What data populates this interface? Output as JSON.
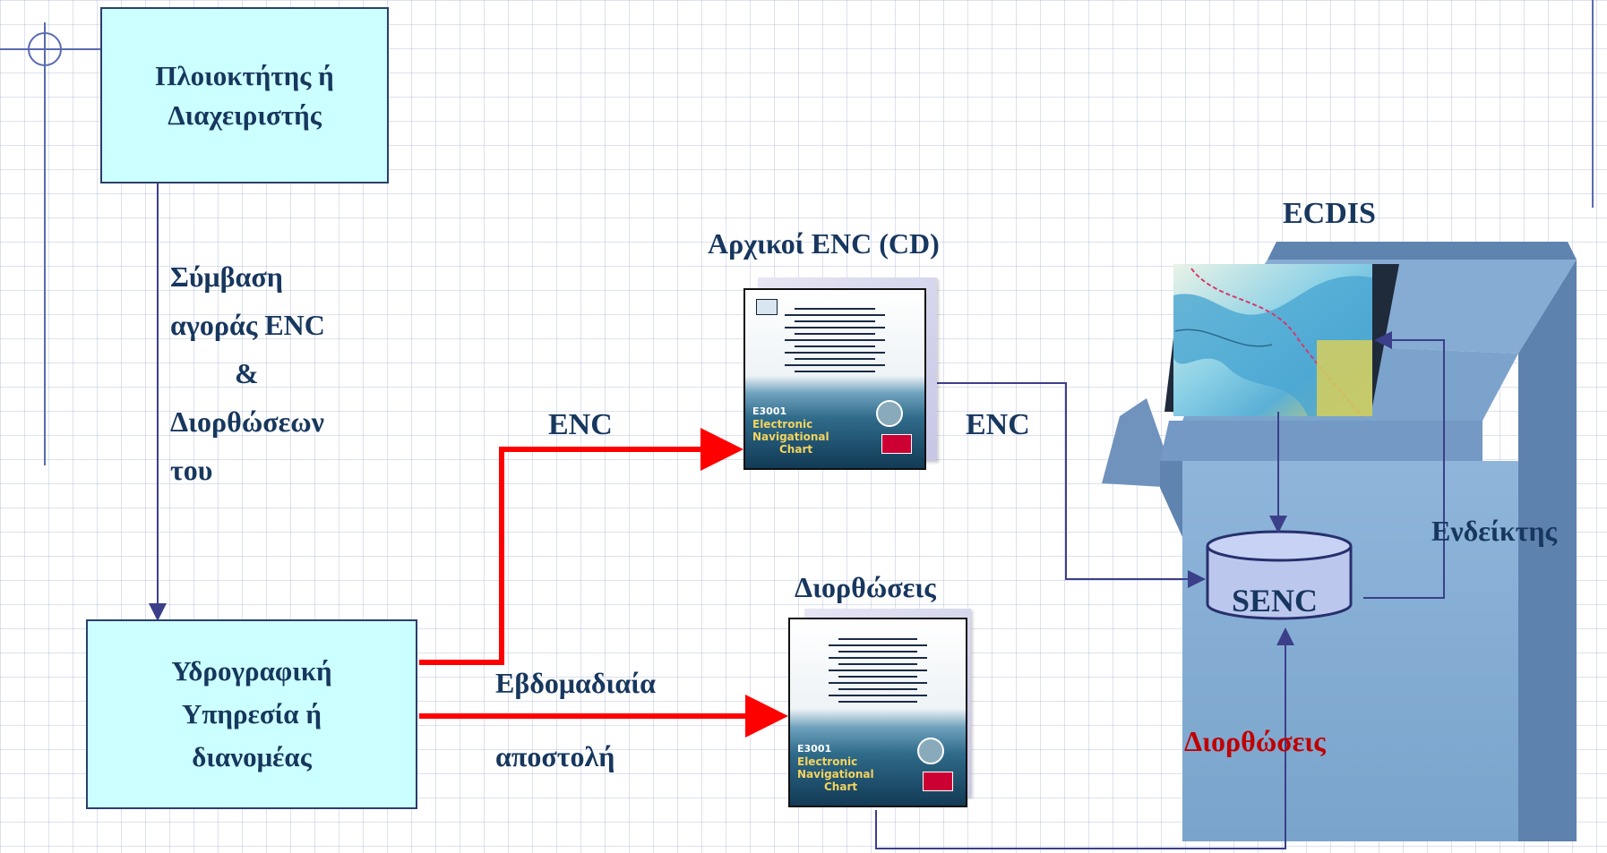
{
  "nodes": {
    "owner": {
      "line1": "Πλοιοκτήτης ή",
      "line2": "Διαχειριστής"
    },
    "hydro": {
      "line1": "Υδρογραφική",
      "line2": "Υπηρεσία ή",
      "line3": "διανομέας"
    },
    "senc": "SENC",
    "ecdis": "ECDIS"
  },
  "labels": {
    "contract": [
      "Σύμβαση",
      "αγοράς ENC",
      "&",
      "Διορθώσεων",
      "του"
    ],
    "enc_arrow": "ENC",
    "enc_to_senc": "ENC",
    "weekly_line1": "Εβδομαδιαία",
    "weekly_line2": "αποστολή",
    "original_enc_cd": "Αρχικοί ENC (CD)",
    "corrections_cd": "Διορθώσεις",
    "corrections_red": "Διορθώσεις",
    "indicator": "Ενδείκτης"
  },
  "cd_cover": {
    "code": "E3001",
    "line1": "Electronic",
    "line2": "Navigational",
    "line3": "Chart"
  },
  "colors": {
    "box_fill": "#ccffff",
    "text_navy": "#17375e",
    "red_flow": "#ff0000",
    "flow_line": "#3b3f8a",
    "red_label": "#c00000",
    "console_blue": "#7fa7cf"
  }
}
